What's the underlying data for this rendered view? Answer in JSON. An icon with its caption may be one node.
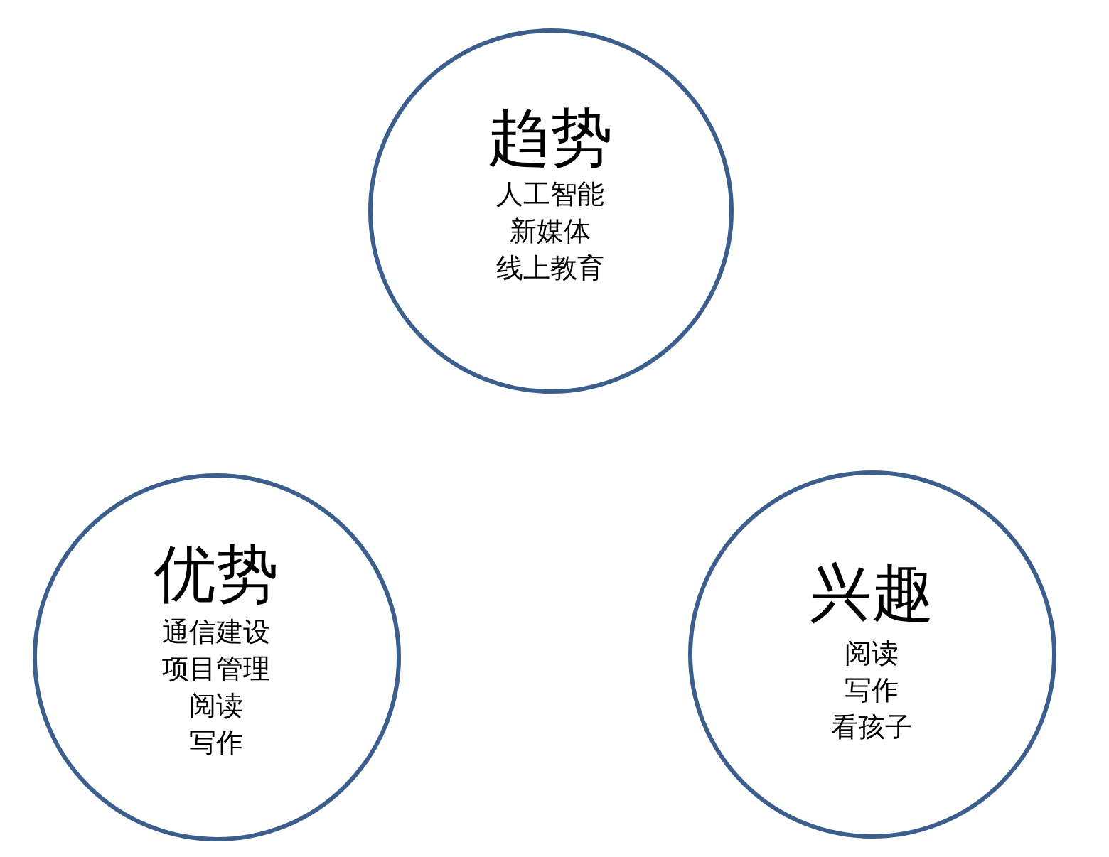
{
  "diagram": {
    "nodes": [
      {
        "text": [
          "趋势",
          "人工智能",
          "新媒体",
          "线上教育"
        ]
      },
      {
        "text": [
          "优势",
          "通信建设",
          "项目管理",
          "阅读",
          "写作"
        ]
      },
      {
        "text": [
          "兴趣",
          "阅读",
          "写作",
          "看孩子"
        ]
      }
    ]
  }
}
